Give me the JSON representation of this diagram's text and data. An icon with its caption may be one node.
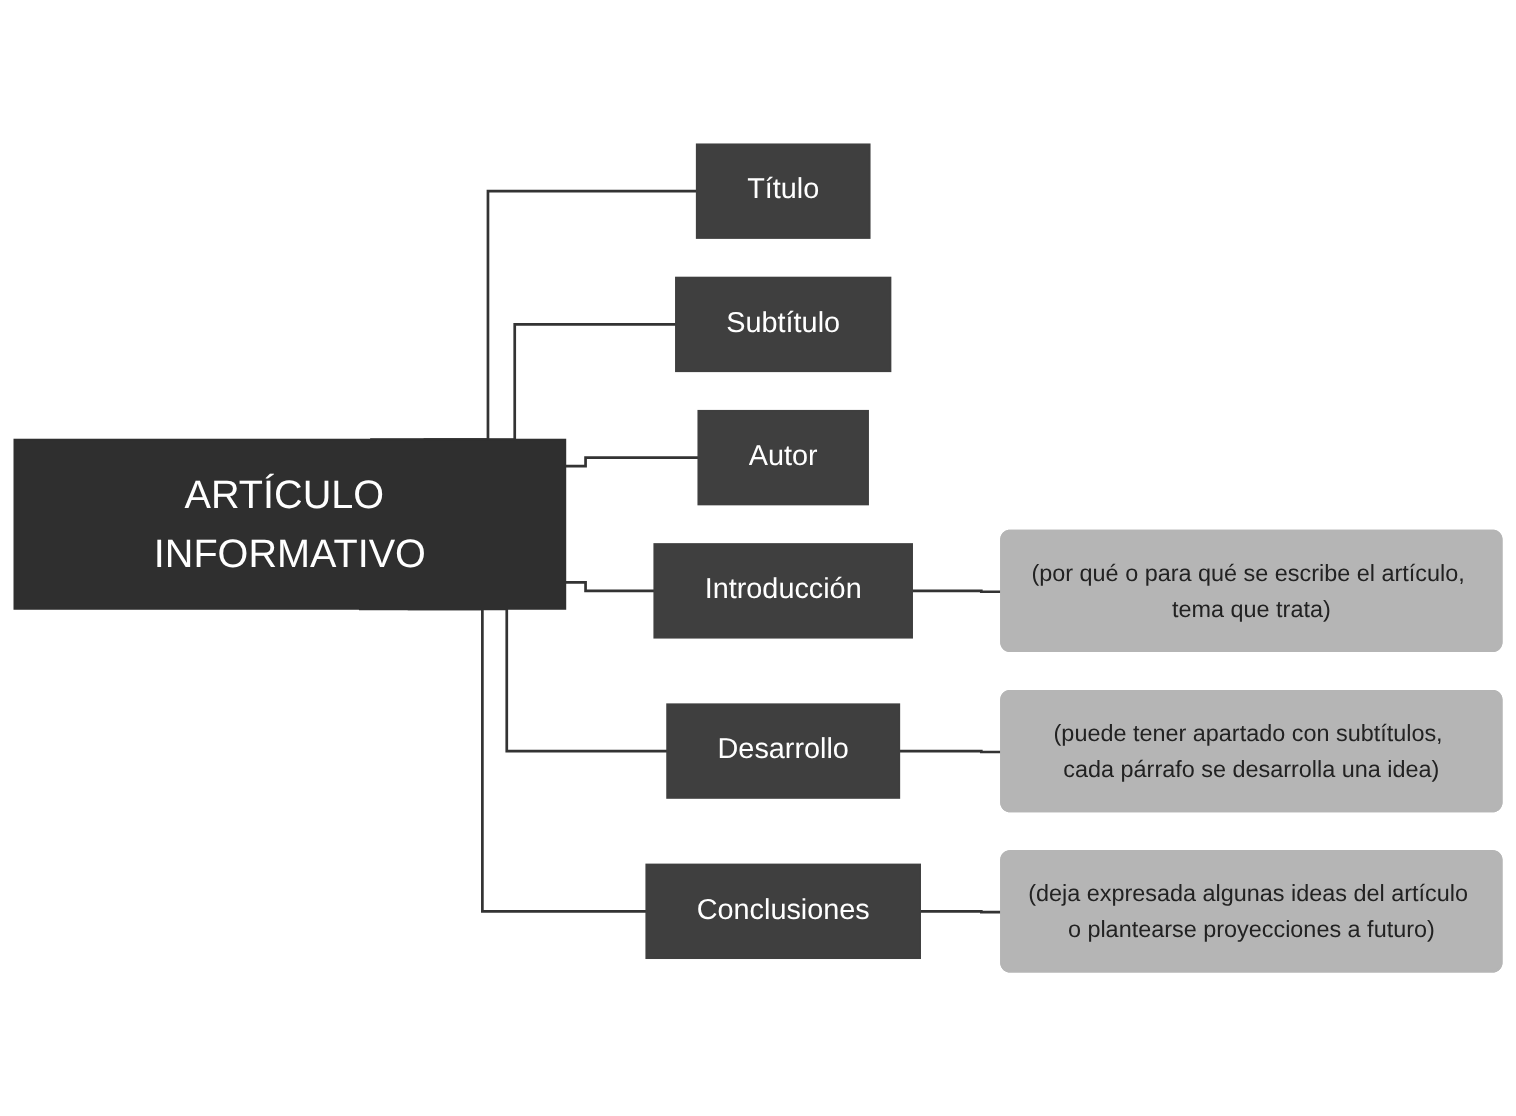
{
  "diagram": {
    "nodes": [
      {
        "text": [
          "ARTÍCULO INFORMATIVO"
        ]
      },
      {
        "text": [
          "Título"
        ]
      },
      {
        "text": [
          "Subtítulo"
        ]
      },
      {
        "text": [
          "Autor"
        ]
      },
      {
        "text": [
          "Introducción"
        ]
      },
      {
        "text": [
          "Desarrollo"
        ]
      },
      {
        "text": [
          "Conclusiones"
        ]
      },
      {
        "text": [
          "(por qué o para qué se escribe el artículo, tema que trata)"
        ]
      },
      {
        "text": [
          "(puede tener apartado con subtítulos, cada párrafo se desarrolla una idea)"
        ]
      },
      {
        "text": [
          "(deja expresada algunas ideas del artículo o plantearse proyecciones a futuro)"
        ]
      }
    ],
    "edges": [
      {
        "from": 0,
        "to": 1,
        "arrow": "none"
      },
      {
        "from": 0,
        "to": 2,
        "arrow": "none"
      },
      {
        "from": 0,
        "to": 3,
        "arrow": "none"
      },
      {
        "from": 0,
        "to": 4,
        "arrow": "none"
      },
      {
        "from": 0,
        "to": 5,
        "arrow": "none"
      },
      {
        "from": 0,
        "to": 6,
        "arrow": "none"
      },
      {
        "from": 4,
        "to": 7,
        "arrow": "none"
      },
      {
        "from": 5,
        "to": 8,
        "arrow": "none"
      },
      {
        "from": 6,
        "to": 9,
        "arrow": "none"
      }
    ]
  }
}
